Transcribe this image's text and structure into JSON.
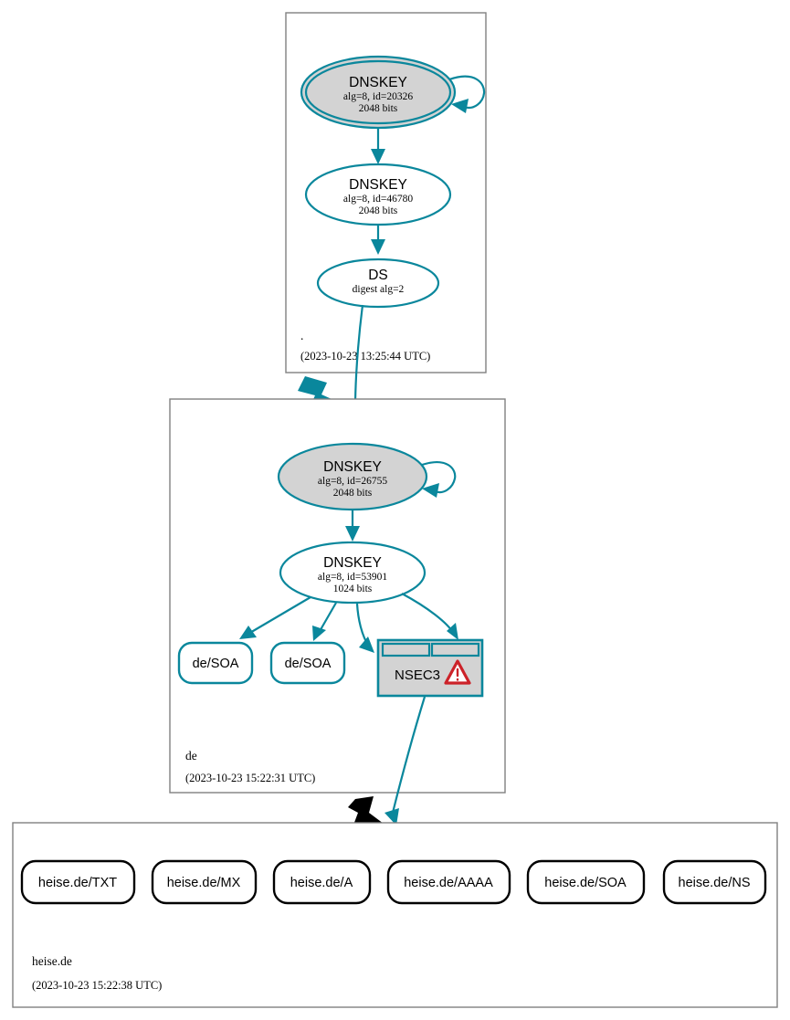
{
  "diagram": {
    "type": "dnssec-authentication-chain",
    "title": "DNSSEC authentication chain for heise.de",
    "colors": {
      "secure": "#0a879c",
      "insecure": "#000000",
      "ksk_fill": "#d3d3d3",
      "zsk_fill": "#ffffff",
      "zone_border": "#808080",
      "warning": "#cc2229"
    }
  },
  "zones": [
    {
      "id": "root",
      "name": ".",
      "timestamp": "(2023-10-23 13:25:44 UTC)",
      "nodes": [
        {
          "id": "root-ksk",
          "shape": "double-ellipse",
          "fill": "ksk_fill",
          "status": "secure",
          "line1": "DNSKEY",
          "line2": "alg=8, id=20326",
          "line3": "2048 bits",
          "self_signed": true
        },
        {
          "id": "root-zsk",
          "shape": "ellipse",
          "fill": "zsk_fill",
          "status": "secure",
          "line1": "DNSKEY",
          "line2": "alg=8, id=46780",
          "line3": "2048 bits",
          "self_signed": false
        },
        {
          "id": "root-ds",
          "shape": "ellipse",
          "fill": "zsk_fill",
          "status": "secure",
          "line1": "DS",
          "line2": "digest alg=2",
          "line3": "",
          "self_signed": false
        }
      ]
    },
    {
      "id": "de",
      "name": "de",
      "timestamp": "(2023-10-23 15:22:31 UTC)",
      "nodes": [
        {
          "id": "de-ksk",
          "shape": "ellipse",
          "fill": "ksk_fill",
          "status": "secure",
          "line1": "DNSKEY",
          "line2": "alg=8, id=26755",
          "line3": "2048 bits",
          "self_signed": true
        },
        {
          "id": "de-zsk",
          "shape": "ellipse",
          "fill": "zsk_fill",
          "status": "secure",
          "line1": "DNSKEY",
          "line2": "alg=8, id=53901",
          "line3": "1024 bits",
          "self_signed": false
        }
      ],
      "rrsets": [
        {
          "id": "de-soa-1",
          "label": "de/SOA",
          "status": "secure"
        },
        {
          "id": "de-soa-2",
          "label": "de/SOA",
          "status": "secure"
        }
      ],
      "nsec": {
        "id": "de-nsec3",
        "label": "NSEC3",
        "status": "secure",
        "warning": true,
        "warning_icon": "warning-triangle-icon",
        "header_cells": [
          "",
          ""
        ]
      }
    },
    {
      "id": "heise.de",
      "name": "heise.de",
      "timestamp": "(2023-10-23 15:22:38 UTC)",
      "nodes": [],
      "rrsets": [
        {
          "id": "heise-txt",
          "label": "heise.de/TXT",
          "status": "insecure"
        },
        {
          "id": "heise-mx",
          "label": "heise.de/MX",
          "status": "insecure"
        },
        {
          "id": "heise-a",
          "label": "heise.de/A",
          "status": "insecure"
        },
        {
          "id": "heise-aaaa",
          "label": "heise.de/AAAA",
          "status": "insecure"
        },
        {
          "id": "heise-soa",
          "label": "heise.de/SOA",
          "status": "insecure"
        },
        {
          "id": "heise-ns",
          "label": "heise.de/NS",
          "status": "insecure"
        }
      ]
    }
  ],
  "delegations": [
    {
      "from": "root",
      "to": "de",
      "status": "secure"
    },
    {
      "from": "de",
      "to": "heise.de",
      "status": "insecure"
    }
  ]
}
